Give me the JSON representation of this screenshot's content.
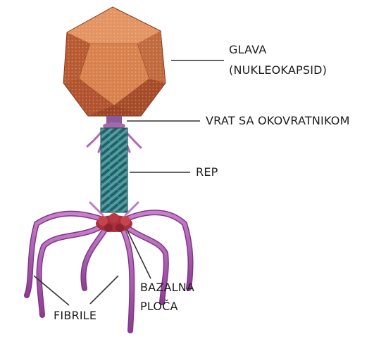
{
  "labels": {
    "head_line1": "GLAVA",
    "head_line2": "(NUKLEOKAPSID)",
    "neck": "VRAT SA OKOVRATNIKOM",
    "tail": "REP",
    "baseplate_line1": "BAZALNA",
    "baseplate_line2": "PLOČA",
    "fibers": "FIBRILE"
  },
  "colors": {
    "head_face_light": "#e8a070",
    "head_face_mid": "#d0703f",
    "head_face_dark": "#a94f2a",
    "tail_teal": "#3d8c93",
    "tail_dark": "#245c62",
    "fiber_purple": "#b261b8",
    "fiber_dark": "#7e3685",
    "baseplate_red": "#a8303c",
    "leader_line": "#333333"
  }
}
